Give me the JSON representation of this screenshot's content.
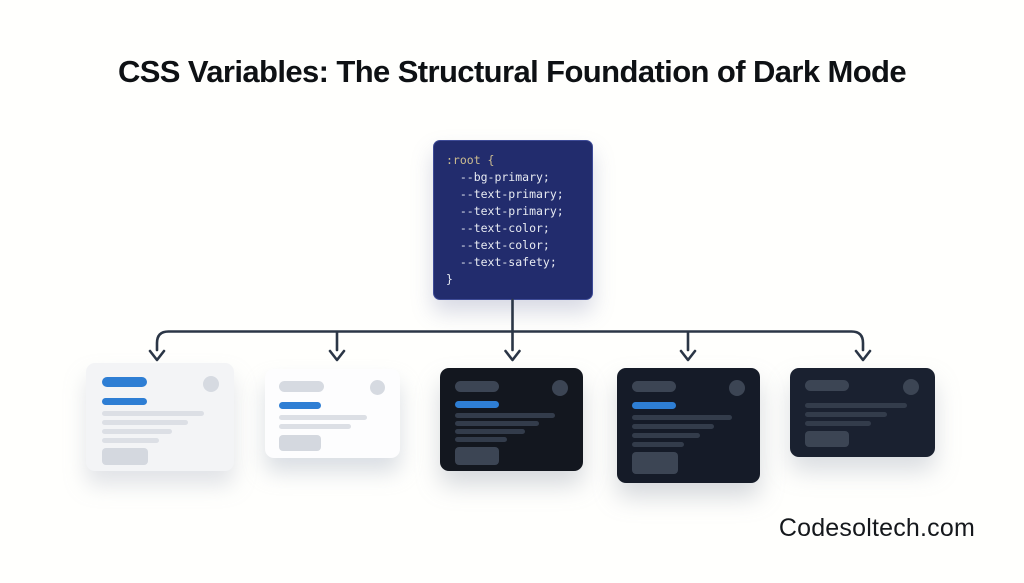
{
  "title": "CSS Variables: The Structural Foundation of Dark Mode",
  "code_block": {
    "lines": [
      {
        "text": ":root {"
      },
      {
        "text": "  --bg-primary;"
      },
      {
        "text": "  --text-primary;"
      },
      {
        "text": "  --text-primary;"
      },
      {
        "text": "  --text-color;"
      },
      {
        "text": "  --text-color;"
      },
      {
        "text": "  --text-safety;"
      },
      {
        "text": "}"
      }
    ]
  },
  "footer": {
    "brand": "Codesoltech.com"
  },
  "colors": {
    "accent_blue": "#2e7ed4",
    "code_background": "#222c6d",
    "code_selector_text": "#cdbd90",
    "code_variable_text": "#e8ebf2",
    "arrow": "#2b3646",
    "light_card_background": "#f3f4f6",
    "white_card_background": "#fdfdfe",
    "dark_card_background": "#151b28"
  },
  "cards": [
    {
      "name": "light-card-large",
      "theme": "light",
      "accent_bars": 2,
      "text_lines": 4
    },
    {
      "name": "light-card-small",
      "theme": "light",
      "accent_bars": 1,
      "text_lines": 2
    },
    {
      "name": "dark-card-center",
      "theme": "dark",
      "accent_bars": 1,
      "text_lines": 4
    },
    {
      "name": "dark-card-tall",
      "theme": "dark",
      "accent_bars": 1,
      "text_lines": 4
    },
    {
      "name": "dark-card-small",
      "theme": "dark",
      "accent_bars": 0,
      "text_lines": 3
    }
  ]
}
